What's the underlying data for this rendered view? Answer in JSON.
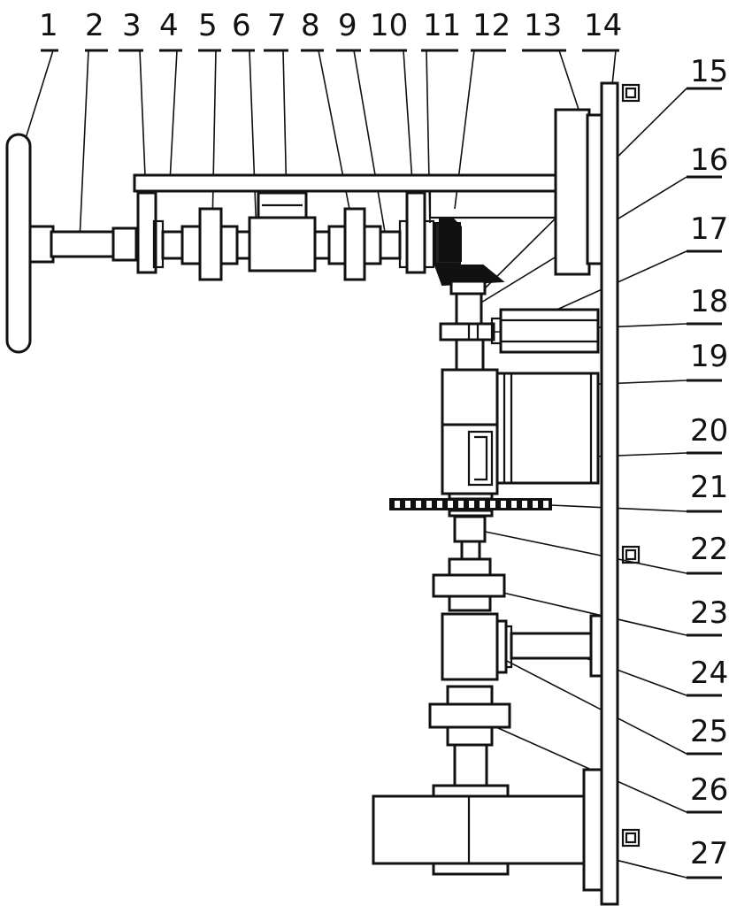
{
  "top_labels": [
    "1",
    "2",
    "3",
    "4",
    "5",
    "6",
    "7",
    "8",
    "9",
    "10",
    "11",
    "12",
    "13",
    "14"
  ],
  "side_labels": [
    "15",
    "16",
    "17",
    "18",
    "19",
    "20",
    "21",
    "22",
    "23",
    "24",
    "25",
    "26",
    "27"
  ],
  "colors": {
    "ink": "#111111",
    "paper": "#ffffff"
  }
}
